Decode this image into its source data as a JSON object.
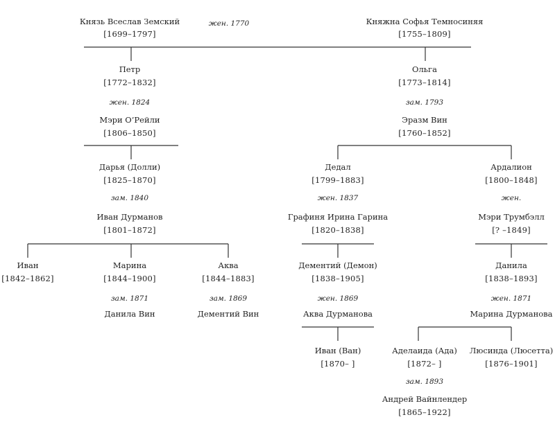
{
  "people": {
    "vseslav": {
      "name": "Князь Всеслав Земский",
      "dates": "[1699–1797]"
    },
    "sofya": {
      "name": "Княжна Софья Темносиняя",
      "dates": "[1755–1809]"
    },
    "petr": {
      "name": "Петр",
      "dates": "[1772–1832]"
    },
    "olga": {
      "name": "Ольга",
      "dates": "[1773–1814]"
    },
    "mary_oreilly": {
      "name": "Мэри О’Рейли",
      "dates": "[1806–1850]"
    },
    "erazm": {
      "name": "Эразм Вин",
      "dates": "[1760–1852]"
    },
    "darya": {
      "name": "Дарья (Долли)",
      "dates": "[1825–1870]"
    },
    "dedal": {
      "name": "Дедал",
      "dates": "[1799–1883]"
    },
    "ardalion": {
      "name": "Ардалион",
      "dates": "[1800–1848]"
    },
    "ivan_durmanov": {
      "name": "Иван Дурманов",
      "dates": "[1801–1872]"
    },
    "irina": {
      "name": "Графиня Ирина Гарина",
      "dates": "[1820–1838]"
    },
    "mary_trumbull": {
      "name": "Мэри Трумбэлл",
      "dates": "[? –1849]"
    },
    "ivan": {
      "name": "Иван",
      "dates": "[1842–1862]"
    },
    "marina": {
      "name": "Марина",
      "dates": "[1844–1900]"
    },
    "akva": {
      "name": "Аква",
      "dates": "[1844–1883]"
    },
    "demon": {
      "name": "Дементий (Демон)",
      "dates": "[1838–1905]"
    },
    "danila": {
      "name": "Данила",
      "dates": "[1838–1893]"
    },
    "danila_vin": {
      "name": "Данила Вин"
    },
    "dementiy_vin": {
      "name": "Дементий Вин"
    },
    "akva_durmanova": {
      "name": "Аква Дурманова"
    },
    "marina_durmanova": {
      "name": "Марина Дурманова"
    },
    "van": {
      "name": "Иван (Ван)",
      "dates": "[1870– ]"
    },
    "ada": {
      "name": "Аделаида (Ада)",
      "dates": "[1872– ]"
    },
    "lucette": {
      "name": "Люсинда (Люсетта)",
      "dates": "[1876–1901]"
    },
    "andrey": {
      "name": "Андрей Вайнлендер",
      "dates": "[1865–1922]"
    }
  },
  "marriages": {
    "m1770": "жен. 1770",
    "m1824": "жен. 1824",
    "m1793": "зам. 1793",
    "m1840": "зам. 1840",
    "m1837": "жен. 1837",
    "m_ardalion": "жен.",
    "m1871_marina": "зам. 1871",
    "m1869_akva": "зам. 1869",
    "m1869_demon": "жен. 1869",
    "m1871_danila": "жен. 1871",
    "m1893": "зам. 1893"
  }
}
